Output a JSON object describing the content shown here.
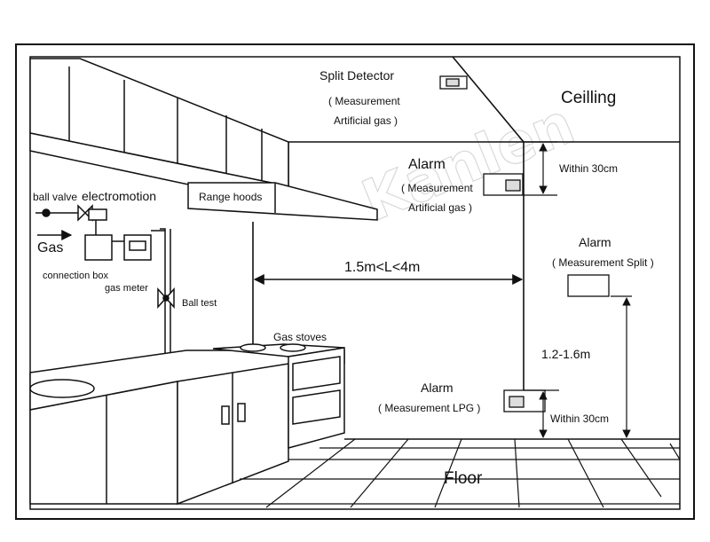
{
  "watermark": "Kanlen",
  "labels": {
    "split_detector": "Split Detector",
    "split_detector_note1": "( Measurement",
    "split_detector_note2": "Artificial gas )",
    "ceiling": "Ceilling",
    "alarm_top": "Alarm",
    "alarm_top_note1": "( Measurement",
    "alarm_top_note2": "Artificial gas )",
    "within_top": "Within 30cm",
    "range_hoods": "Range hoods",
    "ball_valve": "ball valve",
    "electromotion": "electromotion",
    "gas": "Gas",
    "connection_box": "connection box",
    "gas_meter": "gas meter",
    "ball_test": "Ball test",
    "distance": "1.5m<L<4m",
    "alarm_split": "Alarm",
    "alarm_split_note": "( Measurement Split )",
    "height_range": "1.2-1.6m",
    "gas_stoves": "Gas stoves",
    "alarm_lpg": "Alarm",
    "alarm_lpg_note": "( Measurement LPG )",
    "within_bottom": "Within 30cm",
    "floor": "Floor"
  }
}
